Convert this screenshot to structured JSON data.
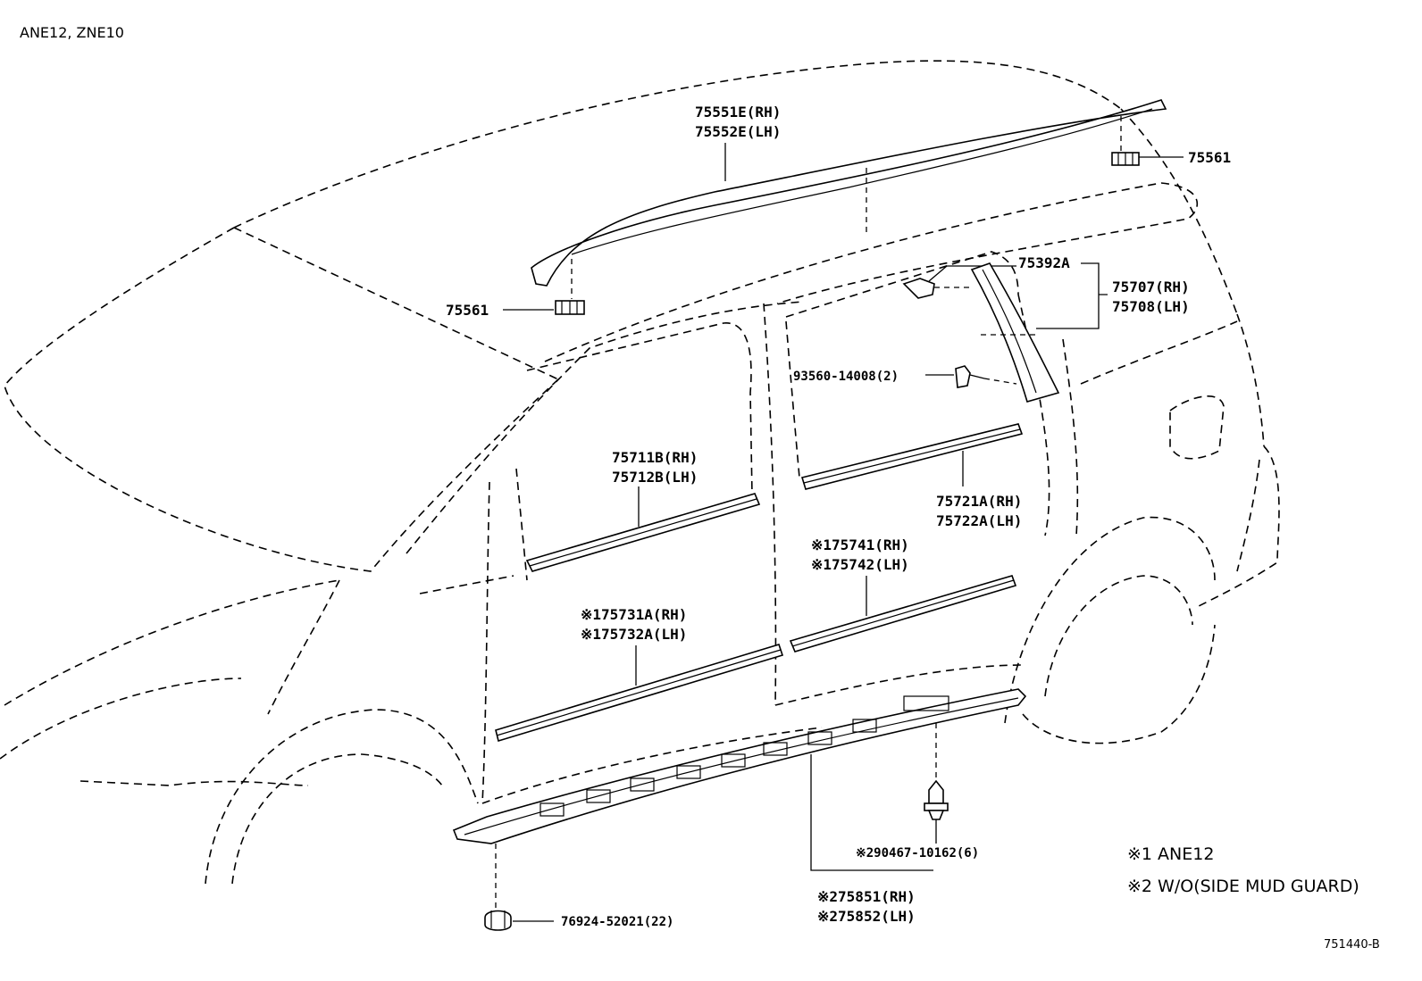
{
  "header": {
    "models": "ANE12, ZNE10"
  },
  "callouts": {
    "roof_rail_rh": "75551E(RH)",
    "roof_rail_lh": "75552E(LH)",
    "clip_rear": "75561",
    "clip_front": "75561",
    "clip_75392": "75392A",
    "quarter_rh": "75707(RH)",
    "quarter_lh": "75708(LH)",
    "screw": "93560-14008(2)",
    "front_belt_rh": "75711B(RH)",
    "front_belt_lh": "75712B(LH)",
    "rear_belt_rh": "75721A(RH)",
    "rear_belt_lh": "75722A(LH)",
    "rear_side_rh": "※175741(RH)",
    "rear_side_lh": "※175742(LH)",
    "front_side_rh": "※175731A(RH)",
    "front_side_lh": "※175732A(LH)",
    "rocker_clip": "※290467-10162(6)",
    "rocker_rh": "※275851(RH)",
    "rocker_lh": "※275852(LH)",
    "nut": "76924-52021(22)"
  },
  "legend": {
    "note1": "※1 ANE12",
    "note2": "※2 W/O(SIDE MUD GUARD)"
  },
  "diagram_code": "751440-B"
}
